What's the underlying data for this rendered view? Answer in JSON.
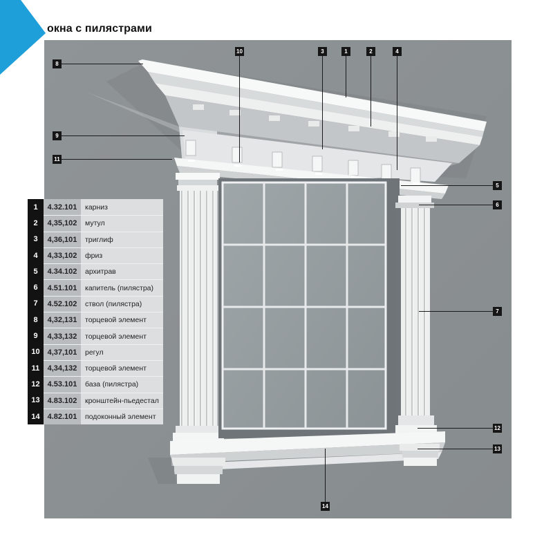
{
  "page": {
    "title": "окна с пилястрами"
  },
  "accent_color": "#1e9fda",
  "callouts": [
    "1",
    "2",
    "3",
    "4",
    "5",
    "6",
    "7",
    "8",
    "9",
    "10",
    "11",
    "12",
    "13",
    "14"
  ],
  "legend": [
    {
      "num": "1",
      "code": "4.32.101",
      "name": "карниз"
    },
    {
      "num": "2",
      "code": "4,35,102",
      "name": "мутул"
    },
    {
      "num": "3",
      "code": "4,36,101",
      "name": "триглиф"
    },
    {
      "num": "4",
      "code": "4,33,102",
      "name": "фриз"
    },
    {
      "num": "5",
      "code": "4.34.102",
      "name": "архитрав"
    },
    {
      "num": "6",
      "code": "4.51.101",
      "name": "капитель (пилястра)"
    },
    {
      "num": "7",
      "code": "4.52.102",
      "name": "ствол (пилястра)"
    },
    {
      "num": "8",
      "code": "4,32,131",
      "name": "торцевой элемент"
    },
    {
      "num": "9",
      "code": "4,33,132",
      "name": "торцевой элемент"
    },
    {
      "num": "10",
      "code": "4,37,101",
      "name": "регул"
    },
    {
      "num": "11",
      "code": "4,34,132",
      "name": "торцевой элемент"
    },
    {
      "num": "12",
      "code": "4.53.101",
      "name": "база (пилястра)"
    },
    {
      "num": "13",
      "code": "4.83.102",
      "name": "кронштейн-пьедестал"
    },
    {
      "num": "14",
      "code": "4.82.101",
      "name": "подоконный элемент"
    }
  ]
}
